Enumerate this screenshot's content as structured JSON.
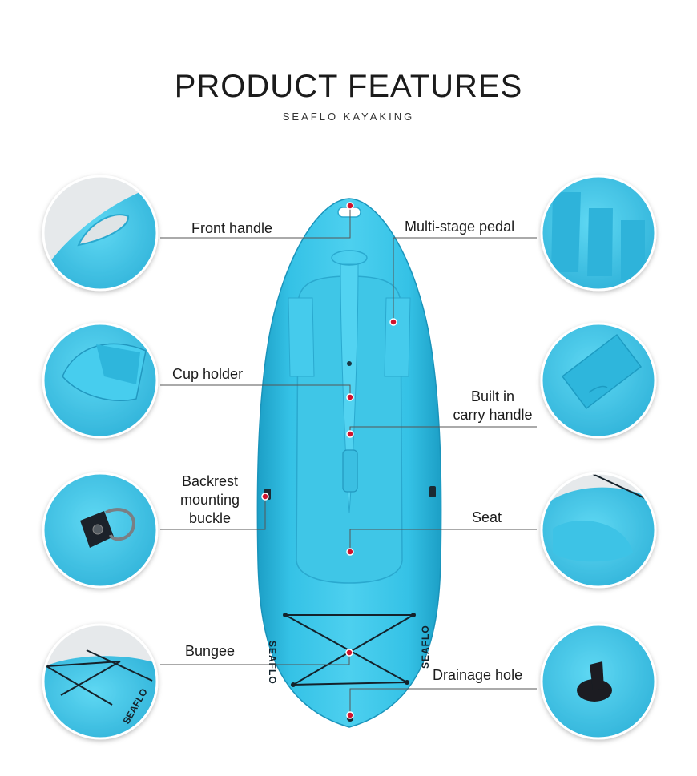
{
  "header": {
    "title": "PRODUCT FEATURES",
    "subtitle": "SEAFLO KAYAKING"
  },
  "kayak": {
    "brand_text_left": "SEAFLO",
    "brand_text_right": "SEAFLO",
    "hull_color": "#35c0e3",
    "hull_dark": "#1ea3c8",
    "marker_color": "#d0122c"
  },
  "features": {
    "front_handle": "Front handle",
    "multi_stage_pedal": "Multi-stage pedal",
    "cup_holder": "Cup holder",
    "carry_handle_line1": "Built in",
    "carry_handle_line2": "carry handle",
    "backrest_line1": "Backrest",
    "backrest_line2": "mounting",
    "backrest_line3": "buckle",
    "seat": "Seat",
    "bungee": "Bungee",
    "drainage_hole": "Drainage hole"
  },
  "detail_brand_text": "SEAFLO"
}
